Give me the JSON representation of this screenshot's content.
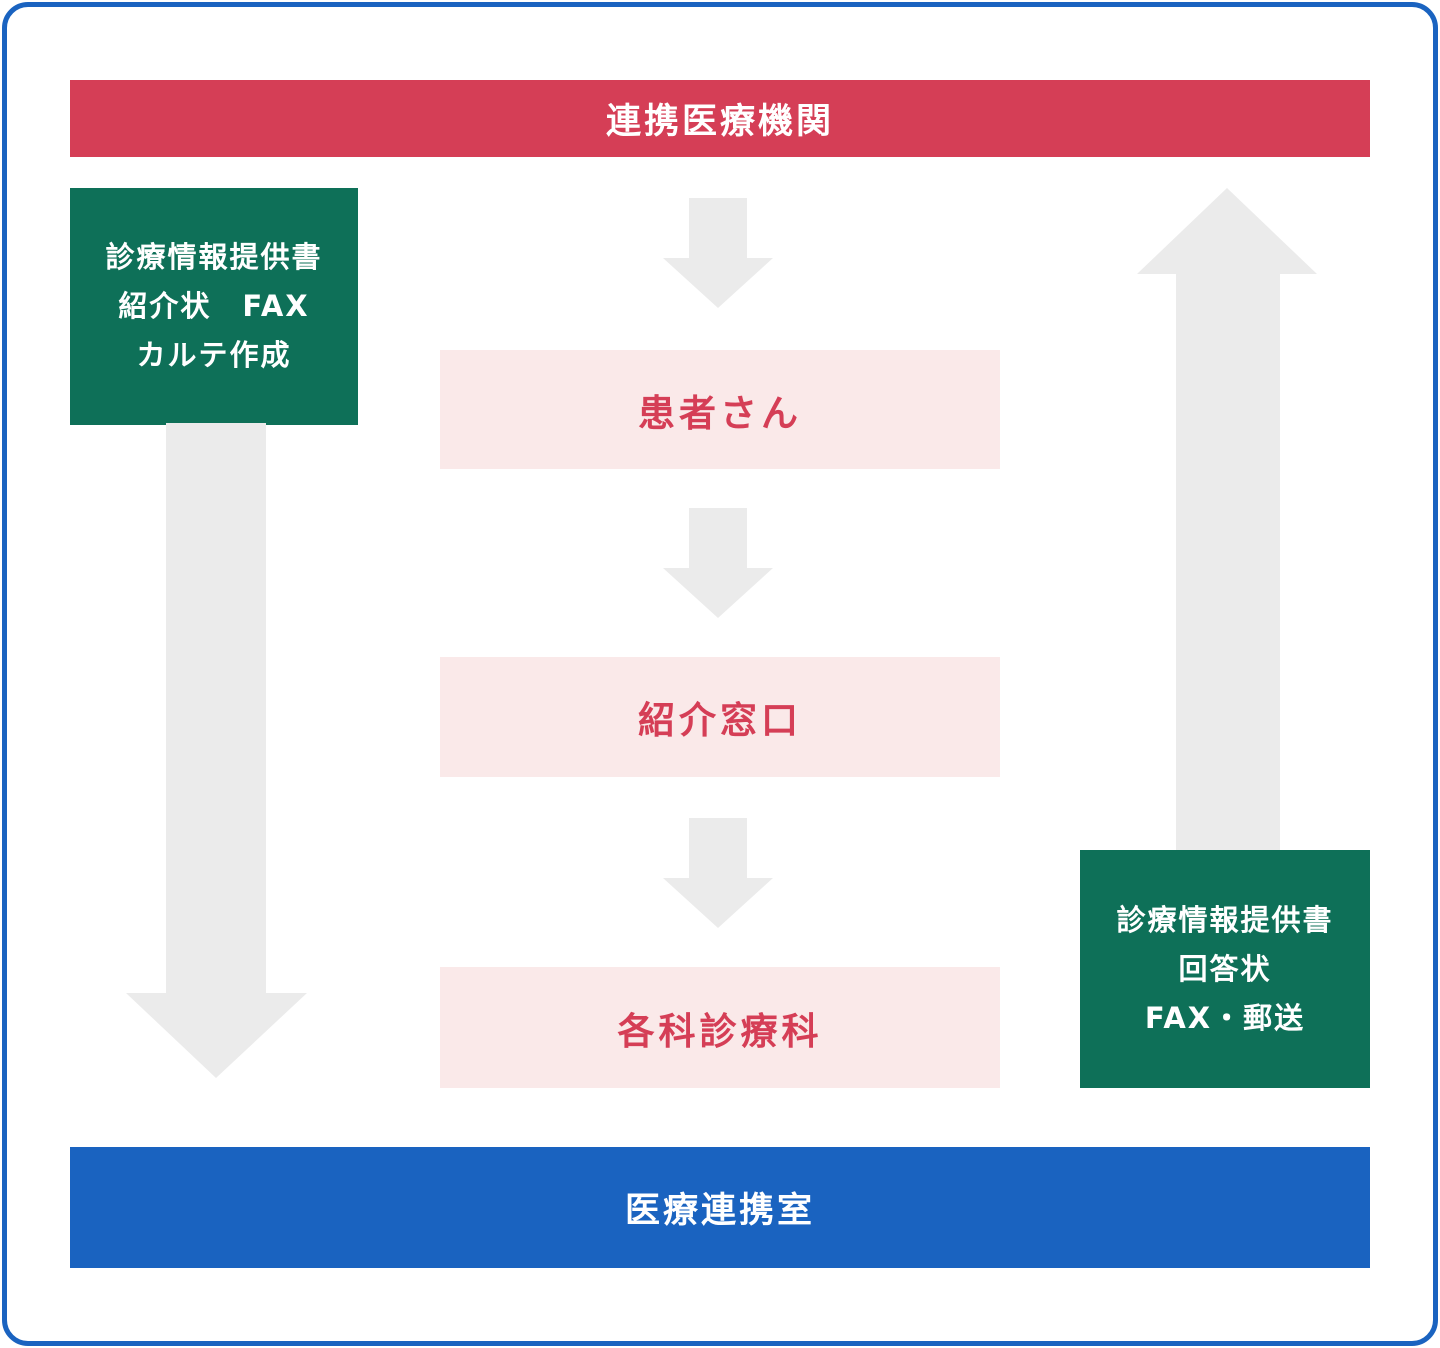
{
  "palette": {
    "frame_border_blue": "#1A63C0",
    "top_bar_red": "#D53E56",
    "note_green": "#0E7058",
    "flow_box_pink_bg": "#FAE9E9",
    "flow_box_text_red": "#D53E56",
    "bottom_bar_blue": "#1A63C0",
    "arrow_gray": "#EBEBEB"
  },
  "top_bar": {
    "label": "連携医療機関"
  },
  "left_note": {
    "lines": [
      "診療情報提供書",
      "紹介状　FAX",
      "カルテ作成"
    ]
  },
  "right_note": {
    "lines": [
      "診療情報提供書",
      "回答状",
      "FAX・郵送"
    ]
  },
  "flow": {
    "boxes": [
      {
        "label": "患者さん"
      },
      {
        "label": "紹介窓口"
      },
      {
        "label": "各科診療科"
      }
    ]
  },
  "bottom_bar": {
    "label": "医療連携室"
  }
}
